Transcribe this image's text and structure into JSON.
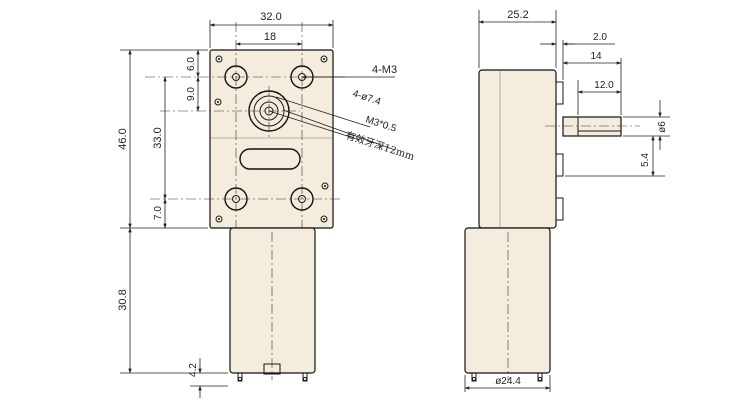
{
  "front_view": {
    "dims": {
      "width": "32.0",
      "hole_spacing_h": "18",
      "top_offset": "6.0",
      "shaft_offset": "9.0",
      "hole_spacing_v": "33.0",
      "height": "46.0",
      "bottom_offset": "7.0",
      "motor_length": "30.8",
      "terminal": "4.2"
    },
    "callouts": {
      "mount_holes": "4-M3",
      "bosses": "4-ø7.4",
      "shaft_thread": "M3*0.5",
      "thread_depth": "有效牙深12mm"
    }
  },
  "side_view": {
    "dims": {
      "depth": "25.2",
      "flange": "2.0",
      "shaft_total": "14",
      "shaft_flat": "12.0",
      "shaft_dia": "ø6",
      "flat_width": "5.4",
      "motor_dia": "ø24.4"
    }
  }
}
